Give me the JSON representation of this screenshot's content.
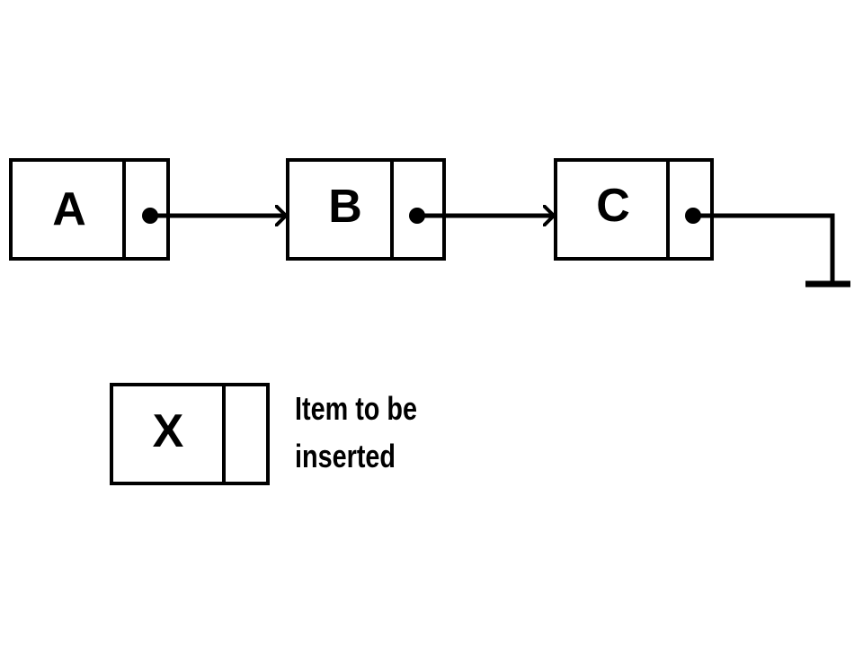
{
  "linked_list": {
    "nodes": [
      {
        "value": "A"
      },
      {
        "value": "B"
      },
      {
        "value": "C"
      }
    ]
  },
  "new_node": {
    "value": "X",
    "caption_line1": "Item to be",
    "caption_line2": "inserted"
  },
  "colors": {
    "stroke": "#000000",
    "background": "#ffffff"
  }
}
